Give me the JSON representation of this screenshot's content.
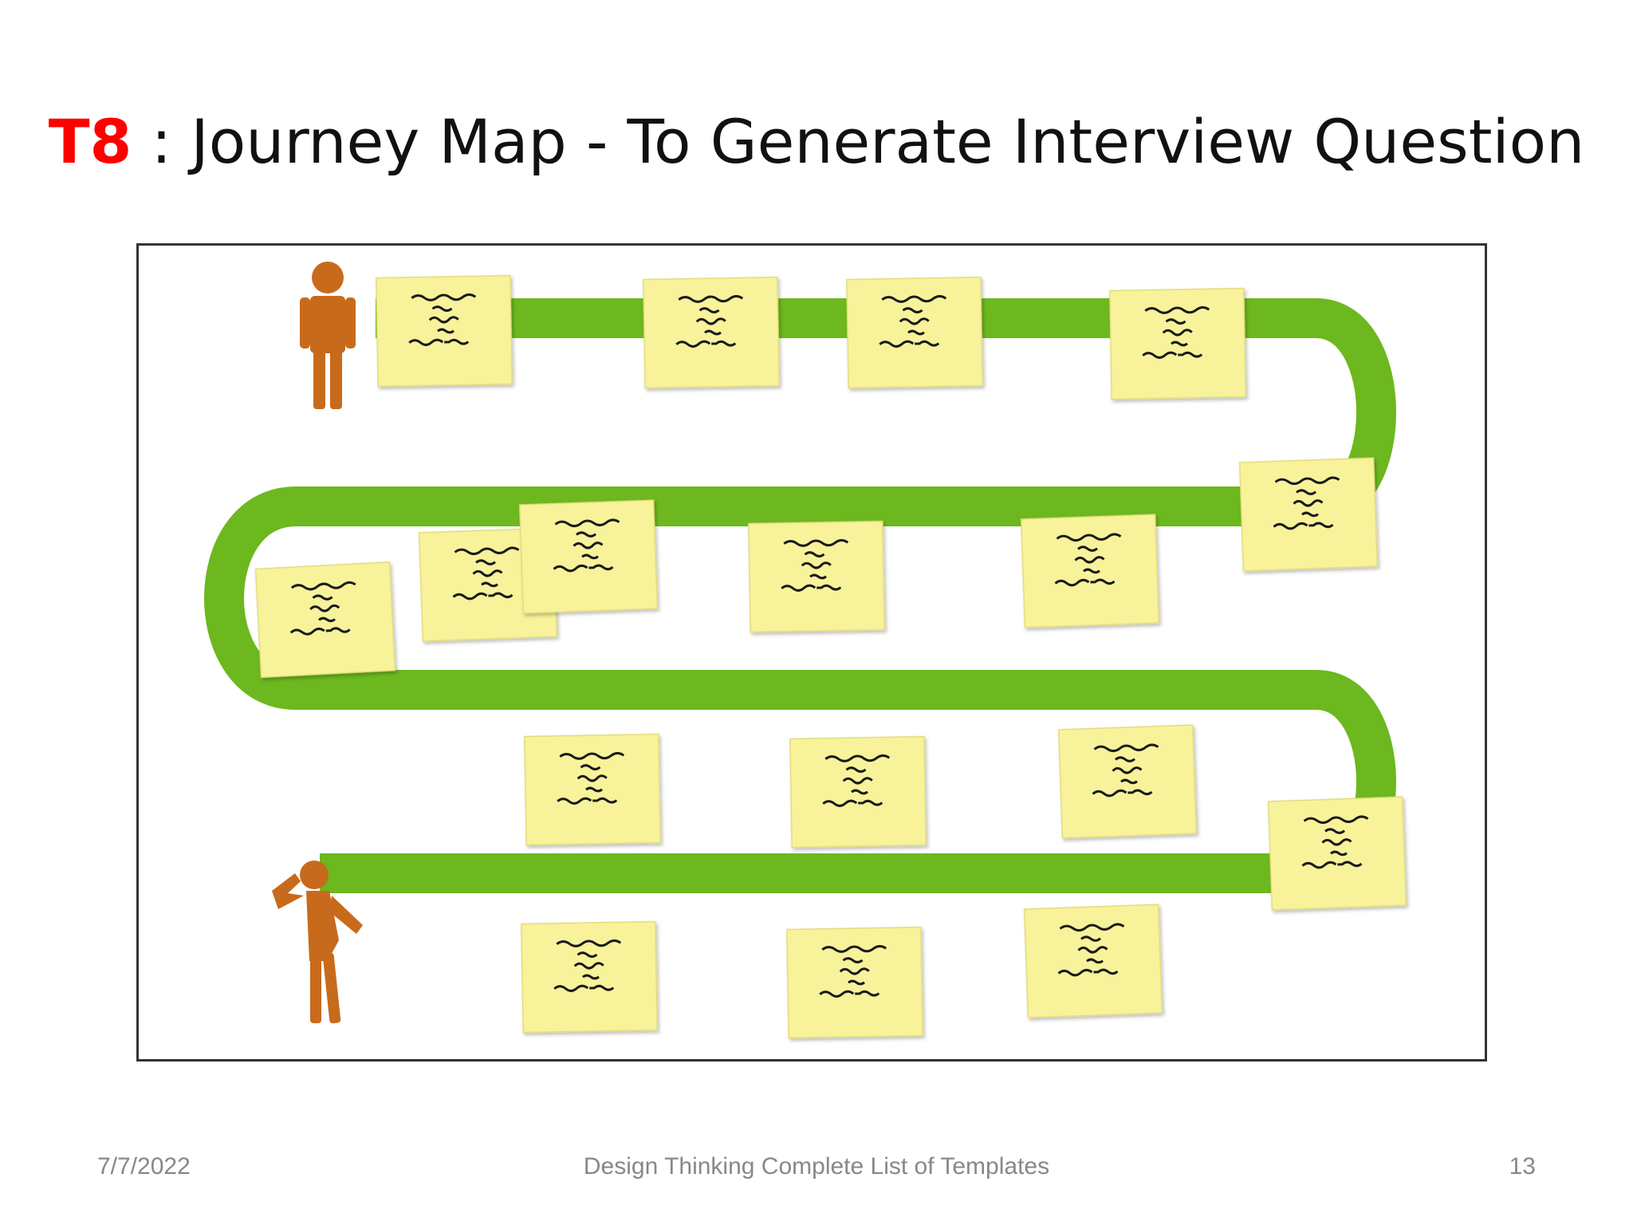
{
  "title": {
    "code": "T8",
    "text": " : Journey Map - To Generate  Interview Question"
  },
  "footer": {
    "date": "7/7/2022",
    "center": "Design Thinking Complete List of Templates",
    "page": "13"
  },
  "colors": {
    "path_green": "#6cb81e",
    "note_yellow": "#f8f39a",
    "person_orange": "#c86a1c",
    "title_red": "#ff0000"
  },
  "icons": [
    "standing-person-icon",
    "thinking-person-icon"
  ]
}
